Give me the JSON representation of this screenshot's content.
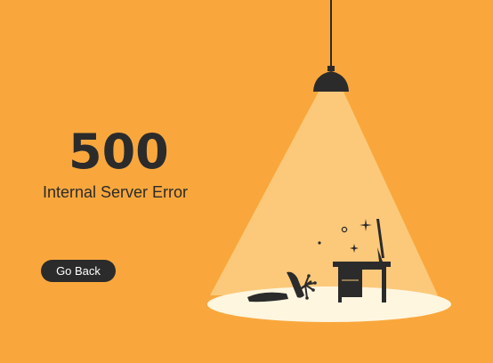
{
  "error": {
    "code": "500",
    "message": "Internal Server Error"
  },
  "actions": {
    "go_back_label": "Go Back"
  },
  "colors": {
    "background": "#f9a73c",
    "text": "#2b2b2b",
    "light_cone": "#fcc97a",
    "floor_glow": "#fff6e0",
    "button": "#2b2b2b",
    "button_text": "#ffffff"
  },
  "icons": {
    "lamp": "pendant-lamp-icon",
    "desk": "desk-icon",
    "monitor": "monitor-icon",
    "chair": "fallen-chair-icon",
    "sparkles": "sparkle-icon"
  }
}
